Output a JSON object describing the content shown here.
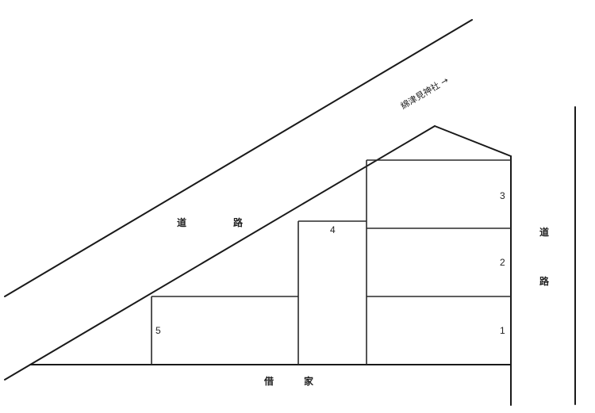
{
  "diagram": {
    "diagonal_road": {
      "label_1": "道",
      "label_2": "路"
    },
    "shrine_direction": {
      "label": "綿津見神社 →"
    },
    "right_road": {
      "label_1": "道",
      "label_2": "路"
    },
    "rented_house": {
      "label_1": "借",
      "label_2": "家"
    },
    "buildings": [
      {
        "number": "1"
      },
      {
        "number": "2"
      },
      {
        "number": "3"
      },
      {
        "number": "4"
      },
      {
        "number": "5"
      }
    ],
    "colors": {
      "line": "#1a1a1a",
      "background": "#ffffff"
    }
  }
}
